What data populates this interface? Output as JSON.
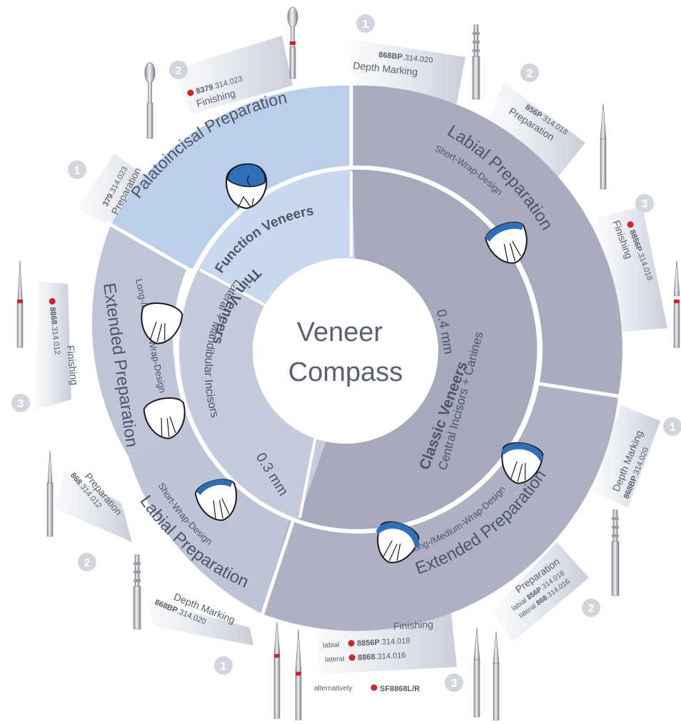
{
  "center": {
    "line1": "Veneer",
    "line2": "Compass"
  },
  "inner_ring": {
    "function": {
      "title": "Function Veneers"
    },
    "thin": {
      "title": "Thin Veneers",
      "thickness": "0.3 mm",
      "subtitle": "Lateral + Mandibular Incisors"
    },
    "classic": {
      "title": "Classic Veneers",
      "thickness": "0.4 mm",
      "subtitle": "Central Incisors + Canines"
    }
  },
  "middle_ring": {
    "palatoincisal": {
      "title": "Palatoincisal Preparation"
    },
    "labial_right": {
      "title": "Labial Preparation",
      "subtitle": "Short-Wrap-Design"
    },
    "extended_right": {
      "title": "Extended Preparation",
      "subtitle": "Long-/Medium-Wrap-Design"
    },
    "labial_left": {
      "title": "Labial Preparation",
      "subtitle": "Short-Wrap-Design"
    },
    "extended_left": {
      "title": "Extended Preparation",
      "subtitle": "Long-/Medium-Wrap-Design"
    }
  },
  "steps": {
    "palato_prep": {
      "number": "1",
      "code_bold": "379",
      "code_rest": ".314.023",
      "label": "Preparation"
    },
    "palato_finish": {
      "number": "2",
      "code_bold": "8379",
      "code_rest": ".314.023",
      "label": "Finishing"
    },
    "classic_depth": {
      "number": "1",
      "code_bold": "868BP",
      "code_rest": ".314.020",
      "label": "Depth Marking"
    },
    "classic_prep": {
      "number": "2",
      "code_bold": "856P",
      "code_rest": ".314.018",
      "label": "Preparation"
    },
    "classic_finish": {
      "number": "3",
      "code_bold": "8856P",
      "code_rest": ".314.018",
      "label": "Finishing"
    },
    "ext_depth": {
      "number": "1",
      "code_bold": "868BP",
      "code_rest": ".314.020",
      "label": "Depth Marking"
    },
    "ext_prep": {
      "number": "2",
      "label": "Preparation",
      "line1_pre": "labial",
      "line1_bold": "856P",
      "line1_rest": ".314.018",
      "line2_pre": "lateral",
      "line2_bold": "868",
      "line2_rest": ".314.016"
    },
    "ext_finish": {
      "number": "3",
      "label": "Finishing",
      "line1_pre": "labial",
      "line1_bold": "8856P",
      "line1_rest": ".314.018",
      "line2_pre": "lateral",
      "line2_bold": "8868",
      "line2_rest": ".314.016",
      "alt_pre": "alternatively",
      "alt_bold": "SF8868L/R"
    },
    "thin_depth": {
      "number": "1",
      "code_bold": "868BP",
      "code_rest": ".314.020",
      "label": "Depth Marking"
    },
    "thin_prep": {
      "number": "2",
      "code_bold": "868",
      "code_rest": ".314.012",
      "label": "Preparation"
    },
    "thin_finish": {
      "number": "3",
      "code_bold": "8868",
      "code_rest": ".314.012",
      "label": "Finishing"
    }
  },
  "colors": {
    "function_sector": "#c9d9ee",
    "palato_sector": "#b7cde9",
    "classic_sector": "#aaadbd",
    "thin_sector": "#c3c9d9",
    "center": "#ffffff",
    "badge": "#d2d5dc",
    "finish_dot": "#d42027",
    "tooth_blue": "#2f6fb8"
  },
  "icons": [
    "tooth-icon",
    "bur-icon",
    "step-number-badge",
    "finishing-dot-icon"
  ]
}
